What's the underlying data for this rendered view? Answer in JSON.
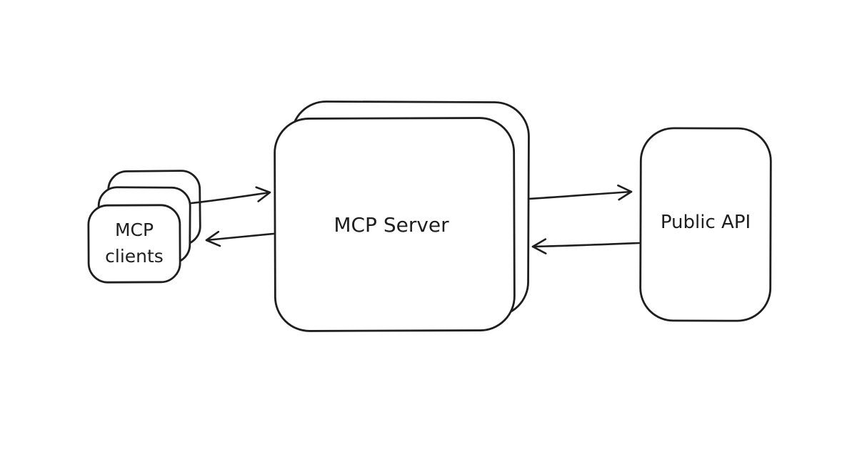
{
  "canvas": {
    "background_color": "#ffffff",
    "stroke_color": "#1e1e1e",
    "style": "hand-drawn-sketch"
  },
  "diagram": {
    "nodes": [
      {
        "id": "mcp-clients",
        "label_line1": "MCP",
        "label_line2": "clients",
        "shape": "stacked-rounded-cards",
        "stack_count": 3,
        "position": "left"
      },
      {
        "id": "mcp-server",
        "label": "MCP Server",
        "shape": "stacked-rounded-rect",
        "stack_count": 2,
        "position": "center"
      },
      {
        "id": "public-api",
        "label": "Public API",
        "shape": "rounded-rect",
        "stack_count": 1,
        "position": "right"
      }
    ],
    "edges": [
      {
        "from": "mcp-clients",
        "to": "mcp-server",
        "arrow": "right"
      },
      {
        "from": "mcp-server",
        "to": "mcp-clients",
        "arrow": "left"
      },
      {
        "from": "mcp-server",
        "to": "public-api",
        "arrow": "right"
      },
      {
        "from": "public-api",
        "to": "mcp-server",
        "arrow": "left"
      }
    ]
  }
}
